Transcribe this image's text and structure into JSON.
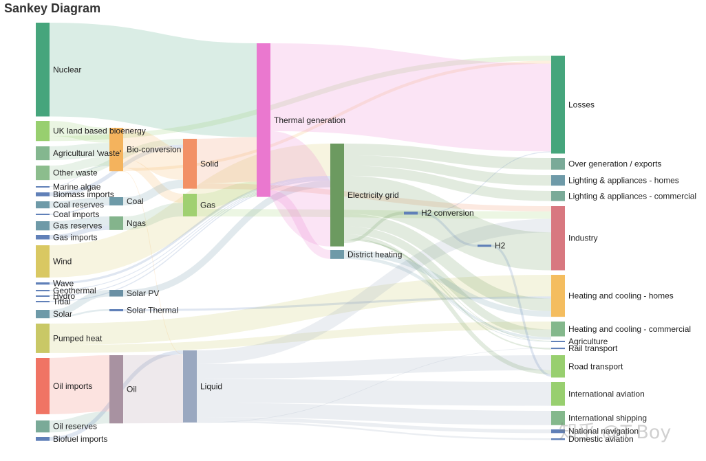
{
  "title": "Sankey Diagram",
  "watermark": "知乎 @T-Boy",
  "chart_data": {
    "type": "sankey",
    "title": "Sankey Diagram",
    "nodes": [
      {
        "name": "Nuclear",
        "color": "#46a57c",
        "value": 840
      },
      {
        "name": "UK land based bioenergy",
        "color": "#98cf6f",
        "value": 180
      },
      {
        "name": "Agricultural 'waste'",
        "color": "#84b78f",
        "value": 124
      },
      {
        "name": "Other waste",
        "color": "#8cbd8d",
        "value": 130
      },
      {
        "name": "Marine algae",
        "color": "#6080b8",
        "value": 4
      },
      {
        "name": "Biomass imports",
        "color": "#6080b8",
        "value": 35
      },
      {
        "name": "Coal reserves",
        "color": "#6e9aa8",
        "value": 63
      },
      {
        "name": "Coal imports",
        "color": "#6080b8",
        "value": 11
      },
      {
        "name": "Gas reserves",
        "color": "#6e9aa8",
        "value": 82
      },
      {
        "name": "Gas imports",
        "color": "#6080b8",
        "value": 40
      },
      {
        "name": "Wind",
        "color": "#d9c862",
        "value": 289
      },
      {
        "name": "Wave",
        "color": "#6080b8",
        "value": 20
      },
      {
        "name": "Geothermal",
        "color": "#6080b8",
        "value": 7
      },
      {
        "name": "Hydro",
        "color": "#6080b8",
        "value": 7
      },
      {
        "name": "Tidal",
        "color": "#6080b8",
        "value": 9
      },
      {
        "name": "Solar",
        "color": "#6e9aa8",
        "value": 75
      },
      {
        "name": "Pumped heat",
        "color": "#c9c866",
        "value": 264
      },
      {
        "name": "Oil imports",
        "color": "#f07464",
        "value": 504
      },
      {
        "name": "Oil reserves",
        "color": "#7aaa98",
        "value": 107
      },
      {
        "name": "Biofuel imports",
        "color": "#6080b8",
        "value": 35
      },
      {
        "name": "Bio-conversion",
        "color": "#f4b35d",
        "value": 389
      },
      {
        "name": "Coal",
        "color": "#6e9aa8",
        "value": 74
      },
      {
        "name": "Ngas",
        "color": "#84b48c",
        "value": 122
      },
      {
        "name": "Solar PV",
        "color": "#6a90a4",
        "value": 59
      },
      {
        "name": "Solar Thermal",
        "color": "#6080b8",
        "value": 19
      },
      {
        "name": "Oil",
        "color": "#a892a1",
        "value": 611
      },
      {
        "name": "Solid",
        "color": "#f29166",
        "value": 447
      },
      {
        "name": "Gas",
        "color": "#a0d071",
        "value": 203
      },
      {
        "name": "Liquid",
        "color": "#9aa8c0",
        "value": 646
      },
      {
        "name": "Thermal generation",
        "color": "#ea78cf",
        "value": 1376
      },
      {
        "name": "Electricity grid",
        "color": "#6c9a60",
        "value": 921
      },
      {
        "name": "District heating",
        "color": "#6e9aa8",
        "value": 79
      },
      {
        "name": "H2 conversion",
        "color": "#6080b8",
        "value": 27
      },
      {
        "name": "H2",
        "color": "#6080b8",
        "value": 20
      },
      {
        "name": "Losses",
        "color": "#46a57c",
        "value": 877
      },
      {
        "name": "Over generation / exports",
        "color": "#7aaa98",
        "value": 104
      },
      {
        "name": "Lighting & appliances - homes",
        "color": "#6e9aa8",
        "value": 94
      },
      {
        "name": "Lighting & appliances - commercial",
        "color": "#7aaa98",
        "value": 90
      },
      {
        "name": "Industry",
        "color": "#d87880",
        "value": 575
      },
      {
        "name": "Heating and cooling - homes",
        "color": "#f4bd5f",
        "value": 376
      },
      {
        "name": "Heating and cooling - commercial",
        "color": "#84b88c",
        "value": 133
      },
      {
        "name": "Agriculture",
        "color": "#6080b8",
        "value": 11
      },
      {
        "name": "Rail transport",
        "color": "#6080b8",
        "value": 13
      },
      {
        "name": "Road transport",
        "color": "#98cf6f",
        "value": 200
      },
      {
        "name": "International aviation",
        "color": "#98cf6f",
        "value": 213
      },
      {
        "name": "International shipping",
        "color": "#84b88c",
        "value": 128
      },
      {
        "name": "National navigation",
        "color": "#6080b8",
        "value": 33
      },
      {
        "name": "Domestic aviation",
        "color": "#6080b8",
        "value": 15
      }
    ],
    "links": [
      {
        "source": "Nuclear",
        "target": "Thermal generation",
        "value": 840
      },
      {
        "source": "UK land based bioenergy",
        "target": "Bio-conversion",
        "value": 135
      },
      {
        "source": "UK land based bioenergy",
        "target": "Losses",
        "value": 45
      },
      {
        "source": "Agricultural 'waste'",
        "target": "Bio-conversion",
        "value": 124
      },
      {
        "source": "Other waste",
        "target": "Bio-conversion",
        "value": 77
      },
      {
        "source": "Other waste",
        "target": "Solid",
        "value": 53
      },
      {
        "source": "Marine algae",
        "target": "Bio-conversion",
        "value": 4
      },
      {
        "source": "Biomass imports",
        "target": "Solid",
        "value": 35
      },
      {
        "source": "Coal reserves",
        "target": "Coal",
        "value": 63
      },
      {
        "source": "Coal imports",
        "target": "Coal",
        "value": 11
      },
      {
        "source": "Gas reserves",
        "target": "Ngas",
        "value": 82
      },
      {
        "source": "Gas imports",
        "target": "Ngas",
        "value": 40
      },
      {
        "source": "Wind",
        "target": "Electricity grid",
        "value": 289
      },
      {
        "source": "Wave",
        "target": "Electricity grid",
        "value": 20
      },
      {
        "source": "Geothermal",
        "target": "Electricity grid",
        "value": 7
      },
      {
        "source": "Hydro",
        "target": "Electricity grid",
        "value": 7
      },
      {
        "source": "Tidal",
        "target": "Electricity grid",
        "value": 9
      },
      {
        "source": "Solar",
        "target": "Solar PV",
        "value": 59
      },
      {
        "source": "Solar",
        "target": "Solar Thermal",
        "value": 16
      },
      {
        "source": "Pumped heat",
        "target": "Heating and cooling - homes",
        "value": 193
      },
      {
        "source": "Pumped heat",
        "target": "Heating and cooling - commercial",
        "value": 71
      },
      {
        "source": "Oil imports",
        "target": "Oil",
        "value": 504
      },
      {
        "source": "Oil reserves",
        "target": "Oil",
        "value": 107
      },
      {
        "source": "Biofuel imports",
        "target": "Liquid",
        "value": 35
      },
      {
        "source": "Bio-conversion",
        "target": "Solid",
        "value": 280
      },
      {
        "source": "Bio-conversion",
        "target": "Gas",
        "value": 81
      },
      {
        "source": "Bio-conversion",
        "target": "Losses",
        "value": 26
      },
      {
        "source": "Bio-conversion",
        "target": "Liquid",
        "value": 2
      },
      {
        "source": "Coal",
        "target": "Solid",
        "value": 74
      },
      {
        "source": "Ngas",
        "target": "Gas",
        "value": 122
      },
      {
        "source": "Solar PV",
        "target": "Electricity grid",
        "value": 59
      },
      {
        "source": "Solar Thermal",
        "target": "Heating and cooling - homes",
        "value": 19
      },
      {
        "source": "Oil",
        "target": "Liquid",
        "value": 611
      },
      {
        "source": "Solid",
        "target": "Thermal generation",
        "value": 400
      },
      {
        "source": "Solid",
        "target": "Industry",
        "value": 47
      },
      {
        "source": "Gas",
        "target": "Thermal generation",
        "value": 136
      },
      {
        "source": "Gas",
        "target": "Industry",
        "value": 67
      },
      {
        "source": "Liquid",
        "target": "Industry",
        "value": 121
      },
      {
        "source": "Liquid",
        "target": "Road transport",
        "value": 135
      },
      {
        "source": "Liquid",
        "target": "International aviation",
        "value": 213
      },
      {
        "source": "Liquid",
        "target": "International shipping",
        "value": 128
      },
      {
        "source": "Liquid",
        "target": "National navigation",
        "value": 33
      },
      {
        "source": "Liquid",
        "target": "Domestic aviation",
        "value": 15
      },
      {
        "source": "Liquid",
        "target": "Rail transport",
        "value": 1
      },
      {
        "source": "Thermal generation",
        "target": "Losses",
        "value": 787
      },
      {
        "source": "Thermal generation",
        "target": "Electricity grid",
        "value": 530
      },
      {
        "source": "Thermal generation",
        "target": "District heating",
        "value": 79
      },
      {
        "source": "Electricity grid",
        "target": "Over generation / exports",
        "value": 104
      },
      {
        "source": "Electricity grid",
        "target": "Lighting & appliances - homes",
        "value": 94
      },
      {
        "source": "Electricity grid",
        "target": "Lighting & appliances - commercial",
        "value": 90
      },
      {
        "source": "Electricity grid",
        "target": "Industry",
        "value": 340
      },
      {
        "source": "Electricity grid",
        "target": "Heating and cooling - homes",
        "value": 113
      },
      {
        "source": "Electricity grid",
        "target": "Heating and cooling - commercial",
        "value": 70
      },
      {
        "source": "Electricity grid",
        "target": "Road transport",
        "value": 37
      },
      {
        "source": "Electricity grid",
        "target": "Rail transport",
        "value": 12
      },
      {
        "source": "Electricity grid",
        "target": "Agriculture",
        "value": 4
      },
      {
        "source": "Electricity grid",
        "target": "H2 conversion",
        "value": 27
      },
      {
        "source": "District heating",
        "target": "Heating and cooling - homes",
        "value": 51
      },
      {
        "source": "District heating",
        "target": "Heating and cooling - commercial",
        "value": 22
      },
      {
        "source": "District heating",
        "target": "Agriculture",
        "value": 6
      },
      {
        "source": "H2 conversion",
        "target": "H2",
        "value": 20
      },
      {
        "source": "H2 conversion",
        "target": "Losses",
        "value": 7
      },
      {
        "source": "H2",
        "target": "Road transport",
        "value": 20
      }
    ]
  }
}
